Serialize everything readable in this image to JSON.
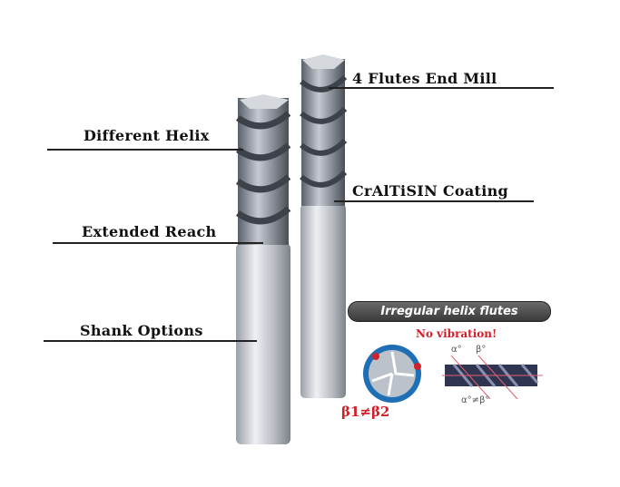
{
  "labels": {
    "flutes": "4 Flutes End Mill",
    "helix": "Different Helix",
    "coating": "CrAlTiSIN Coating",
    "reach": "Extended Reach",
    "shank": "Shank Options"
  },
  "inset": {
    "title": "Irregular helix flutes",
    "subtitle": "No vibration!",
    "beta_relation": "β1≠β2",
    "alpha": "α°",
    "beta": "β°",
    "alpha_beta_relation": "α°≠β°"
  },
  "colors": {
    "accent_red": "#d0202a",
    "badge": "#4a4a4a"
  }
}
